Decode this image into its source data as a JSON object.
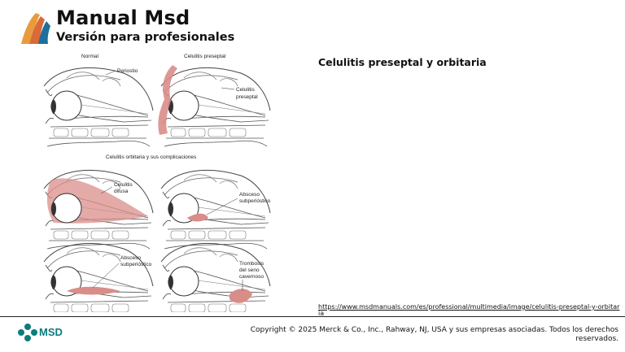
{
  "header": {
    "title": "Manual Msd",
    "subtitle": "Versión para profesionales"
  },
  "figure": {
    "panel_normal": "Normal",
    "panel_preseptal": "Celulitis preseptal",
    "periostio": "Periostio",
    "celulitis": "Celulitis",
    "preseptal": "preseptal",
    "section_title": "Celulitis orbitaria y sus complicaciones",
    "difusa_1": "Celulitis",
    "difusa_2": "difusa",
    "absceso_a1": "Absceso",
    "absceso_a2": "subperióstico",
    "absceso_b1": "Absceso",
    "absceso_b2": "subperióstico",
    "trombosis_1": "Trombosis",
    "trombosis_2": "del seno",
    "trombosis_3": "cavernoso"
  },
  "caption": "Celulitis preseptal y orbitaria",
  "source_url": "https://www.msdmanuals.com/es/professional/multimedia/image/celulitis-preseptal-y-orbitaria",
  "footer": {
    "company": "MSD",
    "copyright": "Copyright © 2025 Merck & Co., Inc., Rahway, NJ, USA y sus empresas asociadas. Todos los derechos reservados."
  },
  "colors": {
    "brand_teal": "#0c7c7c",
    "inflammation": "#d98d89",
    "logo_orange": "#e89b3c",
    "logo_blue": "#1f6f9c"
  }
}
